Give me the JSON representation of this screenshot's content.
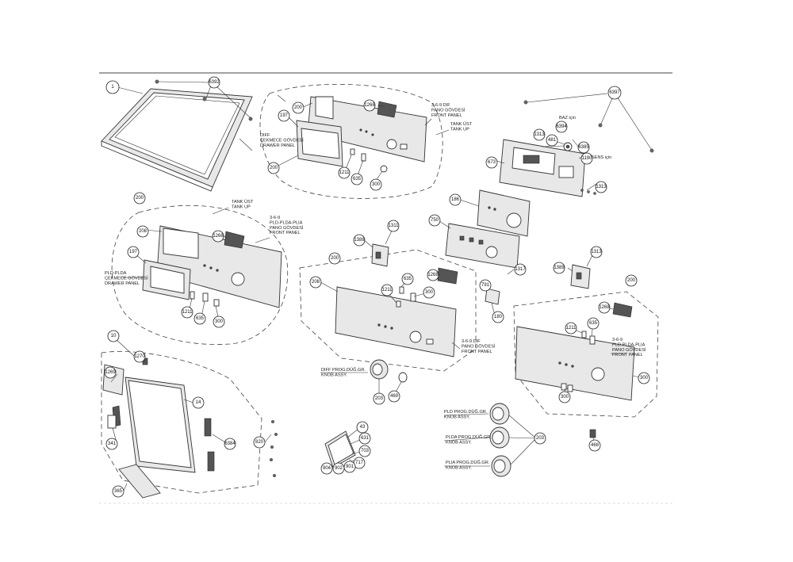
{
  "labels": {
    "diff_drawer": "DIFF\nÇEKMECE GÖVDESİ\nDRAWER PANEL",
    "tank_ust_top": "TANK ÜST\nTANK UP",
    "tank_ust_mid": "TANK ÜST\nTANK UP",
    "diff_front_panel": "3-6-9 DIF\nPANO GÖVDESİ\nFRONT PANEL",
    "pld_front_panel": "3-6-9\nPLD-PLDA-PLIA\nPANO GÖVDESİ\nFRONT PANEL",
    "plia_drawer": "PLD-PLDA\nÇEKMECE GÖVDESİ\nDRAWER PANEL",
    "diff_front_panel_center": "3-6-9 DIF\nPANO GÖVDESİ\nFRONT PANEL",
    "pld_front_panel_right": "3-6-9\nPLD-PLDA-PLIA\nPANO GÖVDESİ\nFRONT PANEL",
    "baz_icin": "BAZ için",
    "sens_icin": "SENS için",
    "diff_knob": "DIFF PROG.DÜĞ.GR.\nKNOB ASSY.",
    "pld_knob": "PLD PROG.DÜĞ.GR.\nKNOB ASSY.",
    "plda_knob": "PLDA PROG.DÜĞ.GR.\nKNOB ASSY.",
    "plia_knob": "PLIA PROG.DÜĞ.GR.\nKNOB ASSY."
  },
  "bubbles": [
    {
      "n": "1"
    },
    {
      "n": "6392"
    },
    {
      "n": "200"
    },
    {
      "n": "197"
    },
    {
      "n": "1268"
    },
    {
      "n": "200"
    },
    {
      "n": "1211"
    },
    {
      "n": "635"
    },
    {
      "n": "300"
    },
    {
      "n": "6397"
    },
    {
      "n": "6394"
    },
    {
      "n": "1313"
    },
    {
      "n": "481"
    },
    {
      "n": "6385"
    },
    {
      "n": "1190"
    },
    {
      "n": "673"
    },
    {
      "n": "1313"
    },
    {
      "n": "186"
    },
    {
      "n": "200"
    },
    {
      "n": "208"
    },
    {
      "n": "1268"
    },
    {
      "n": "197"
    },
    {
      "n": "1211"
    },
    {
      "n": "635"
    },
    {
      "n": "300"
    },
    {
      "n": "1311"
    },
    {
      "n": "750"
    },
    {
      "n": "1388"
    },
    {
      "n": "200"
    },
    {
      "n": "208"
    },
    {
      "n": "1211"
    },
    {
      "n": "635"
    },
    {
      "n": "300"
    },
    {
      "n": "1268"
    },
    {
      "n": "1317"
    },
    {
      "n": "791"
    },
    {
      "n": "180"
    },
    {
      "n": "1313"
    },
    {
      "n": "1389"
    },
    {
      "n": "200"
    },
    {
      "n": "1268"
    },
    {
      "n": "635"
    },
    {
      "n": "1211"
    },
    {
      "n": "300"
    },
    {
      "n": "300"
    },
    {
      "n": "10"
    },
    {
      "n": "1270"
    },
    {
      "n": "1269"
    },
    {
      "n": "14"
    },
    {
      "n": "341"
    },
    {
      "n": "6384"
    },
    {
      "n": "820"
    },
    {
      "n": "365"
    },
    {
      "n": "203"
    },
    {
      "n": "469"
    },
    {
      "n": "43"
    },
    {
      "n": "631"
    },
    {
      "n": "703"
    },
    {
      "n": "717"
    },
    {
      "n": "904"
    },
    {
      "n": "902"
    },
    {
      "n": "901"
    },
    {
      "n": "203"
    },
    {
      "n": "468"
    }
  ]
}
